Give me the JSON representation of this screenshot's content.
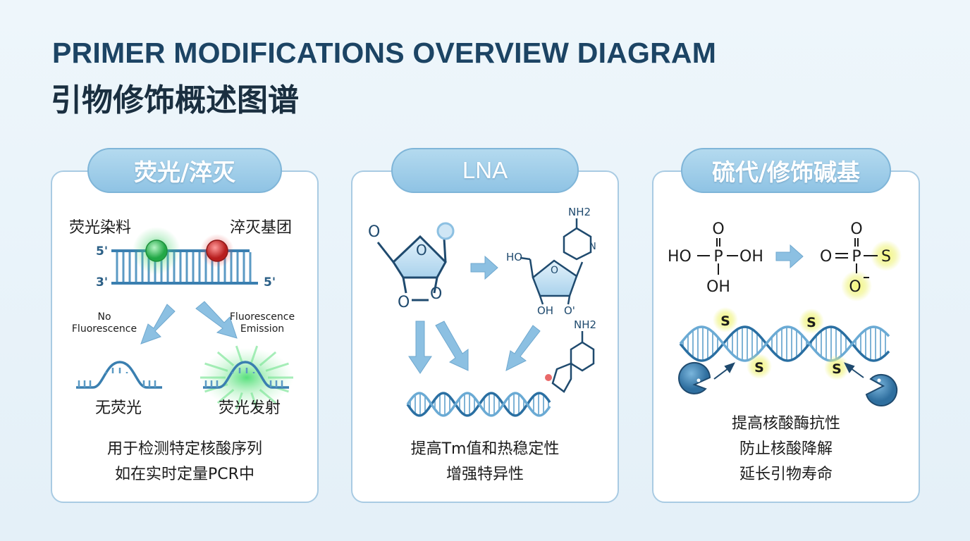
{
  "title_en": "PRIMER MODIFICATIONS OVERVIEW DIAGRAM",
  "title_cn": "引物修饰概述图谱",
  "colors": {
    "title_en": "#1c4464",
    "pill": "#8fc3e4",
    "dna": "#3a7fb0",
    "fluor": "#3fd166",
    "quench": "#d93636",
    "sulfur_glow": "#eef27a",
    "arrow": "#8cc0e2"
  },
  "panel1": {
    "title": "荧光/淬灭",
    "dye_label": "荧光染料",
    "quencher_label": "淬灭基团",
    "strand_top_5": "5'",
    "strand_bottom_3": "3'",
    "strand_bottom_5": "5'",
    "no_fluor_en_1": "No",
    "no_fluor_en_2": "Fluorescence",
    "emission_en_1": "Fluorescence",
    "emission_en_2": "Emission",
    "no_fluor_cn": "无荧光",
    "emission_cn": "荧光发射",
    "caption_1": "用于检测特定核酸序列",
    "caption_2": "如在实时定量PCR中"
  },
  "panel2": {
    "title": "LNA",
    "atom_o1": "O",
    "atom_o2": "O",
    "atom_o3": "O",
    "atom_o4": "O",
    "ho": "HO",
    "oh": "OH",
    "o_prime": "O'",
    "ring_o": "O",
    "nh2_top": "NH2",
    "nh2_bottom": "NH2",
    "n": "N",
    "caption_1": "提高Tm值和热稳定性",
    "caption_2": "增强特异性"
  },
  "panel3": {
    "title": "硫代/修饰碱基",
    "phosphate_left": {
      "o_top": "O",
      "ho": "HO",
      "p": "P",
      "oh_right": "OH",
      "oh_bottom": "OH"
    },
    "phosphate_right": {
      "o_top": "O",
      "o_left": "O",
      "p": "P",
      "s": "S",
      "o_minus": "O"
    },
    "sulfur": "S",
    "caption_1": "提高核酸酶抗性",
    "caption_2": "防止核酸降解",
    "caption_3": "延长引物寿命"
  }
}
